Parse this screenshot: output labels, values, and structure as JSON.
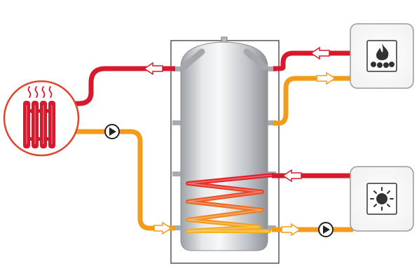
{
  "colors": {
    "hot_pipe": "#d7192e",
    "warm_pipe": "#f39c1a",
    "tank_body": "#c9ccd0",
    "tank_frame": "#555555",
    "panel_border": "#9a9a9a",
    "radiator": "#d7192e",
    "radiator_ring": "#e0452a",
    "coil_top": "#e4172d",
    "coil_bottom": "#f6b21c"
  },
  "nodes": {
    "radiator": {
      "icon": "radiator-icon"
    },
    "boiler": {
      "icon": "flame-icon"
    },
    "solar": {
      "icon": "sun-icon"
    },
    "storage_tank": {
      "icon": "tank-icon"
    }
  },
  "connections": [
    {
      "from": "storage_tank",
      "to": "radiator",
      "kind": "hot-supply"
    },
    {
      "from": "radiator",
      "to": "storage_tank",
      "kind": "return",
      "pump": true
    },
    {
      "from": "boiler",
      "to": "storage_tank",
      "kind": "hot-supply"
    },
    {
      "from": "storage_tank",
      "to": "boiler",
      "kind": "return"
    },
    {
      "from": "solar",
      "to": "storage_tank",
      "kind": "hot-supply",
      "via": "heating-coil"
    },
    {
      "from": "storage_tank",
      "to": "solar",
      "kind": "return",
      "pump": true
    }
  ]
}
